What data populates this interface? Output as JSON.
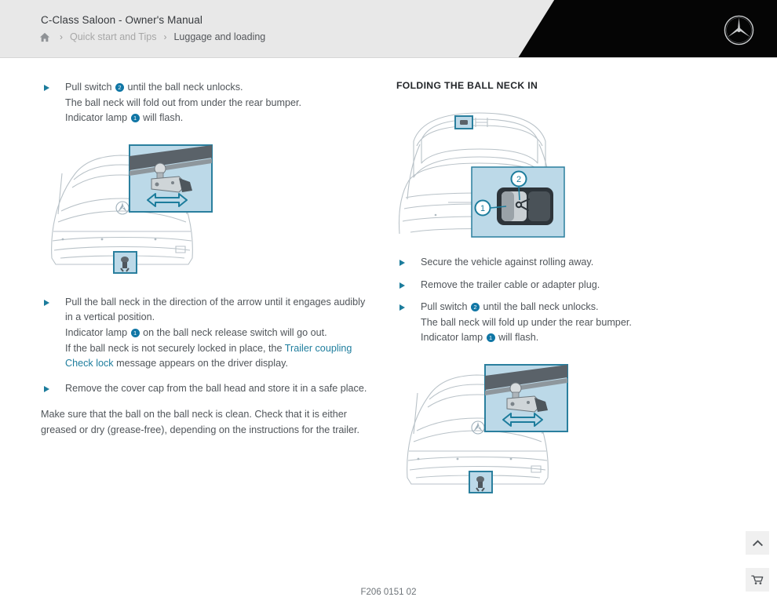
{
  "header": {
    "doc_title": "C-Class Saloon - Owner's Manual",
    "breadcrumb": {
      "home_icon": "home-icon",
      "separator": "›",
      "items": [
        {
          "label": "Quick start and Tips",
          "current": false
        },
        {
          "label": "Luggage and loading",
          "current": true
        }
      ]
    },
    "brand_logo": "mercedes-benz-star-logo",
    "brand_bg_color": "#050505",
    "bar_bg_color": "#e8e8e8"
  },
  "theme": {
    "accent_teal": "#1c7c9c",
    "badge_blue": "#1076a5",
    "link_teal": "#1f7e9e",
    "body_text": "#50555a",
    "inset_fill": "#bcd9e8",
    "inset_border": "#2a7f9e"
  },
  "left_column": {
    "blocks": [
      {
        "type": "bullet",
        "lines": [
          {
            "segments": [
              {
                "t": "Pull switch "
              },
              {
                "badge": "2"
              },
              {
                "t": " until the ball neck unlocks."
              }
            ]
          },
          {
            "segments": [
              {
                "t": "The ball neck will fold out from under the rear bumper."
              }
            ]
          },
          {
            "segments": [
              {
                "t": "Indicator lamp "
              },
              {
                "badge": "1"
              },
              {
                "t": " will flash."
              }
            ]
          }
        ]
      },
      {
        "type": "figure",
        "name": "rear-view-ball-neck-extended",
        "alt": "Car rear view with detail inset of ball neck and double arrow"
      },
      {
        "type": "bullet",
        "lines": [
          {
            "segments": [
              {
                "t": "Pull the ball neck in the direction of the arrow until it engages audibly in a vertical position."
              }
            ]
          },
          {
            "segments": [
              {
                "t": "Indicator lamp "
              },
              {
                "badge": "1"
              },
              {
                "t": " on the ball neck release switch will go out."
              }
            ]
          },
          {
            "segments": [
              {
                "t": "If the ball neck is not securely locked in place, the "
              },
              {
                "t": "Trailer coupling Check lock",
                "teal": true
              },
              {
                "t": " message appears on the driver display."
              }
            ]
          }
        ]
      },
      {
        "type": "bullet",
        "lines": [
          {
            "segments": [
              {
                "t": "Remove the cover cap from the ball head and store it in a safe place."
              }
            ]
          }
        ]
      },
      {
        "type": "paragraph",
        "text": "Make sure that the ball on the ball neck is clean. Check that it is either greased or dry (grease-free), depending on the instructions for the trailer."
      }
    ]
  },
  "right_column": {
    "heading": "FOLDING THE BALL NECK IN",
    "blocks": [
      {
        "type": "figure",
        "name": "open-boot-release-switch",
        "alt": "Open boot with inset detail of release switch showing callouts 1 and 2",
        "callouts": [
          "1",
          "2"
        ]
      },
      {
        "type": "bullet",
        "lines": [
          {
            "segments": [
              {
                "t": "Secure the vehicle against rolling away."
              }
            ]
          }
        ]
      },
      {
        "type": "bullet",
        "lines": [
          {
            "segments": [
              {
                "t": "Remove the trailer cable or adapter plug."
              }
            ]
          }
        ]
      },
      {
        "type": "bullet",
        "lines": [
          {
            "segments": [
              {
                "t": "Pull switch "
              },
              {
                "badge": "2"
              },
              {
                "t": " until the ball neck unlocks."
              }
            ]
          },
          {
            "segments": [
              {
                "t": "The ball neck will fold up under the rear bumper."
              }
            ]
          },
          {
            "segments": [
              {
                "t": "Indicator lamp "
              },
              {
                "badge": "1"
              },
              {
                "t": " will flash."
              }
            ]
          }
        ]
      },
      {
        "type": "figure",
        "name": "rear-view-ball-neck-folding-in",
        "alt": "Car rear view with detail inset of ball neck and double arrow"
      }
    ]
  },
  "footer": {
    "figure_caption": "F206 0151 02"
  },
  "floating_buttons": [
    {
      "name": "scroll-to-top-button",
      "icon": "chevron-up-icon"
    },
    {
      "name": "shopping-cart-button",
      "icon": "cart-icon"
    }
  ]
}
